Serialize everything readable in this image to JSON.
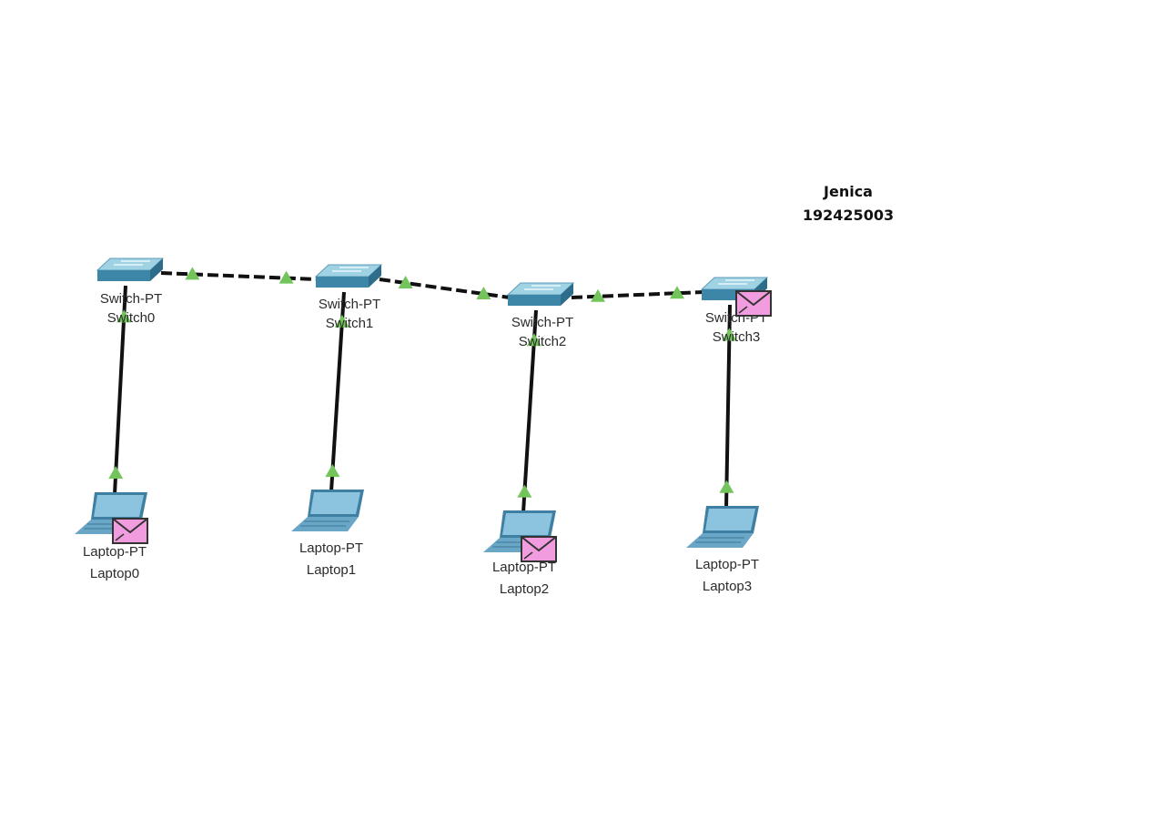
{
  "author": {
    "name": "Jenica",
    "id": "192425003"
  },
  "colors": {
    "cable": "#111111",
    "link_up_arrow": "#72c45b",
    "switch_top": "#9fd3e4",
    "switch_front": "#3e86a8",
    "laptop_body": "#6aa6c6",
    "envelope": "#f29ce0"
  },
  "switches": [
    {
      "type": "Switch-PT",
      "name": "Switch0",
      "icon": "switch-icon"
    },
    {
      "type": "Switch-PT",
      "name": "Switch1",
      "icon": "switch-icon"
    },
    {
      "type": "Switch-PT",
      "name": "Switch2",
      "icon": "switch-icon"
    },
    {
      "type": "Switch-PT",
      "name": "Switch3",
      "icon": "switch-icon",
      "pdu": "envelope-icon"
    }
  ],
  "laptops": [
    {
      "type": "Laptop-PT",
      "name": "Laptop0",
      "icon": "laptop-icon",
      "pdu": "envelope-icon"
    },
    {
      "type": "Laptop-PT",
      "name": "Laptop1",
      "icon": "laptop-icon"
    },
    {
      "type": "Laptop-PT",
      "name": "Laptop2",
      "icon": "laptop-icon",
      "pdu": "envelope-icon"
    },
    {
      "type": "Laptop-PT",
      "name": "Laptop3",
      "icon": "laptop-icon"
    }
  ],
  "links": [
    {
      "from": "Switch0",
      "to": "Switch1",
      "cable": "crossover"
    },
    {
      "from": "Switch1",
      "to": "Switch2",
      "cable": "crossover"
    },
    {
      "from": "Switch2",
      "to": "Switch3",
      "cable": "crossover"
    },
    {
      "from": "Laptop0",
      "to": "Switch0",
      "cable": "straight-through"
    },
    {
      "from": "Laptop1",
      "to": "Switch1",
      "cable": "straight-through"
    },
    {
      "from": "Laptop2",
      "to": "Switch2",
      "cable": "straight-through"
    },
    {
      "from": "Laptop3",
      "to": "Switch3",
      "cable": "straight-through"
    }
  ]
}
